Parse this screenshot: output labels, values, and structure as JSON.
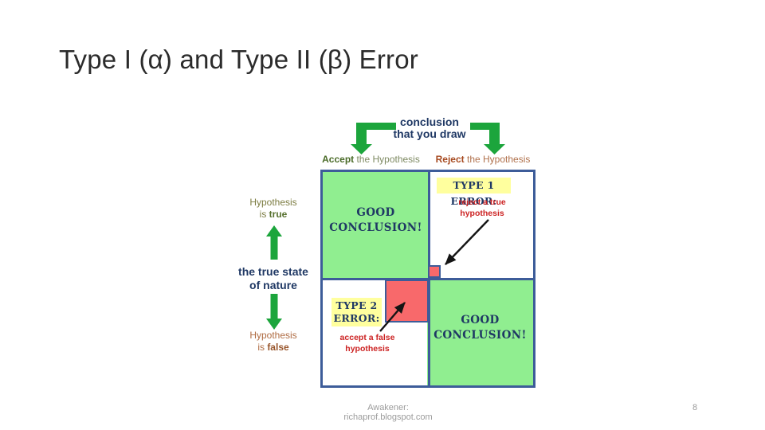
{
  "slide": {
    "title": "Type I (α) and Type II (β) Error",
    "footer": "Awakener: richaprof.blogspot.com",
    "page_number": "8"
  },
  "diagram": {
    "top_caption": {
      "line1": "conclusion",
      "line2": "that you draw"
    },
    "column_headers": {
      "accept": {
        "bold": "Accept",
        "rest": " the Hypothesis"
      },
      "reject": {
        "bold": "Reject",
        "rest": " the Hypothesis"
      }
    },
    "row_labels": {
      "true_row": {
        "line1": "Hypothesis",
        "line2_prefix": "is ",
        "line2_bold": "true"
      },
      "false_row": {
        "line1": "Hypothesis",
        "line2_prefix": "is ",
        "line2_bold": "false"
      },
      "axis": {
        "line1": "the true state",
        "line2": "of nature"
      }
    },
    "cells": {
      "top_left": {
        "line1": "GOOD",
        "line2": "CONCLUSION!"
      },
      "top_right": {
        "label": "TYPE 1 ERROR:",
        "desc_line1": "reject a true",
        "desc_line2": "hypothesis"
      },
      "bottom_left": {
        "label_line1": "TYPE 2",
        "label_line2": "ERROR:",
        "desc_line1": "accept a false",
        "desc_line2": "hypothesis"
      },
      "bottom_right": {
        "line1": "GOOD",
        "line2": "CONCLUSION!"
      }
    }
  },
  "icons": {
    "elbow_arrow_left": "green elbow arrow pointing down onto Accept column",
    "elbow_arrow_right": "green elbow arrow pointing down onto Reject column",
    "up_arrow": "green block arrow pointing up",
    "down_arrow": "green block arrow pointing down",
    "type1_pointer": "black diagonal arrow to type 1 error region",
    "type2_pointer": "black diagonal arrow to type 2 error region"
  },
  "colors": {
    "title-color": "#2b2b2b",
    "navy-text": "#1f3864",
    "matrix-border": "#3d5c99",
    "cell-green": "#90ee90",
    "error-red": "#f8696b",
    "label-yellow": "#ffff9e",
    "red-text": "#cc2222",
    "arrow-green": "#1ca53c",
    "black-arrow": "#141414",
    "accept-bold": "#4a6b28",
    "accept-rest": "#7e8a62",
    "reject-bold": "#a6491f",
    "reject-rest": "#b0714c",
    "true-label": "#7c7c42",
    "true-bold": "#56702e",
    "false-label": "#af6b42",
    "false-bold": "#98552b",
    "footer-gray": "#9c9c9c"
  }
}
